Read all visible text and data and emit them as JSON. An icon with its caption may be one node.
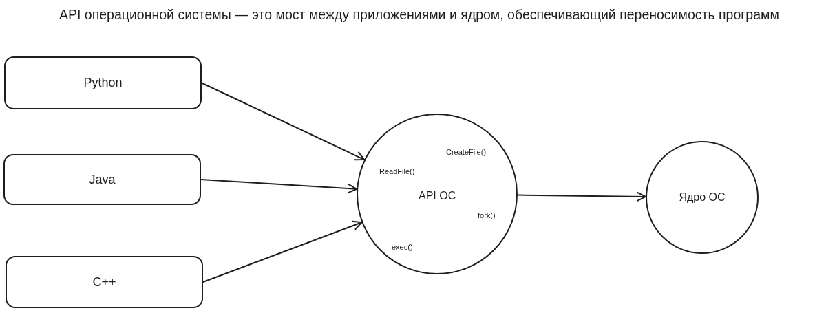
{
  "diagram": {
    "title": "API операционной системы — это мост между приложениями и ядром, обеспечивающий переносимость программ",
    "nodes": [
      {
        "text": [
          "Python"
        ]
      },
      {
        "text": [
          "Java"
        ]
      },
      {
        "text": [
          "C++"
        ]
      },
      {
        "text": [
          "CreateFile()",
          "ReadFile()",
          "API ОС",
          "fork()",
          "exec()"
        ]
      },
      {
        "text": [
          "Ядро ОС"
        ]
      }
    ],
    "edges": [
      {
        "from": 0,
        "to": 3,
        "arrow": "to"
      },
      {
        "from": 1,
        "to": 3,
        "arrow": "to"
      },
      {
        "from": 2,
        "to": 3,
        "arrow": "to"
      },
      {
        "from": 3,
        "to": 4,
        "arrow": "to"
      }
    ]
  }
}
